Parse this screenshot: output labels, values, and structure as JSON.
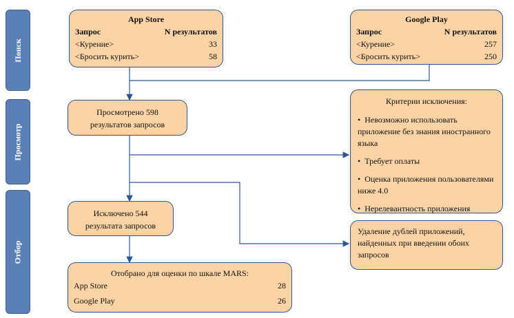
{
  "stages": [
    "Поиск",
    "Просмотр",
    "Отбор"
  ],
  "appstore": {
    "title": "App Store",
    "col1": "Запрос",
    "col2": "N результатов",
    "rows": [
      {
        "q": "<Курение>",
        "n": "33"
      },
      {
        "q": "<Бросить курить>",
        "n": "58"
      }
    ]
  },
  "googleplay": {
    "title": "Google Play",
    "col1": "Запрос",
    "col2": "N результатов",
    "rows": [
      {
        "q": "<Курение>",
        "n": "257"
      },
      {
        "q": "<Бросить курить>",
        "n": "250"
      }
    ]
  },
  "viewed": {
    "line1": "Просмотрено 598",
    "line2": "результатов запросов"
  },
  "excluded": {
    "line1": "Исключено 544",
    "line2": "результата запросов"
  },
  "criteria": {
    "title": "Критерии исключения:",
    "items": [
      "Невозможно использовать приложение без знания иностранного языка",
      "Требует оплаты",
      "Оценка приложения пользователями ниже 4.0",
      "Нерелевантность приложения"
    ]
  },
  "duplicates": {
    "text": "Удаление дублей приложений, найденных при введении обоих запросов"
  },
  "selected": {
    "title": "Отобрано для оценки по шкале MARS:",
    "rows": [
      {
        "name": "App Store",
        "n": "28"
      },
      {
        "name": "Google Play",
        "n": "26"
      }
    ]
  },
  "colors": {
    "stage": "#5b80b8",
    "box_fill": "#fbd3a5",
    "line": "#2f5597"
  }
}
